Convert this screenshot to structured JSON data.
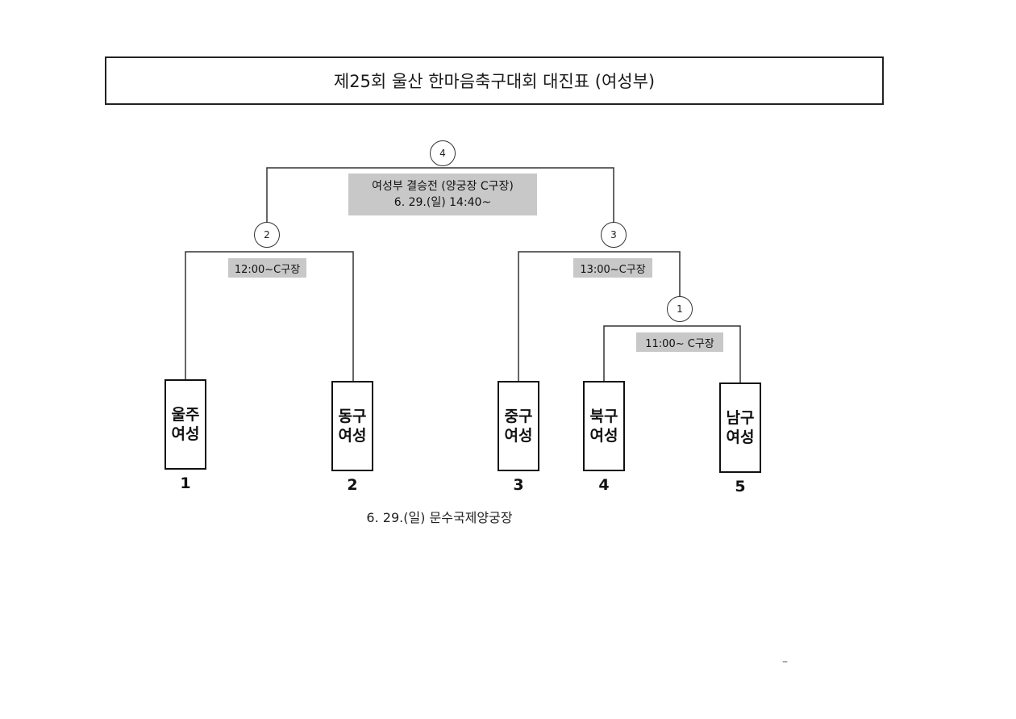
{
  "title": "제25회 울산 한마음축구대회 대진표 (여성부)",
  "final": {
    "match_number": "4",
    "line1": "여성부 결승전 (양궁장 C구장)",
    "line2": "6.  29.(일) 14:40~"
  },
  "matches": [
    {
      "match_number": "2",
      "time_label": "12:00~C구장"
    },
    {
      "match_number": "3",
      "time_label": "13:00~C구장"
    },
    {
      "match_number": "1",
      "time_label": "11:00~ C구장"
    }
  ],
  "teams": [
    {
      "line1": "울주",
      "line2": "여성",
      "seed": "1"
    },
    {
      "line1": "동구",
      "line2": "여성",
      "seed": "2"
    },
    {
      "line1": "중구",
      "line2": "여성",
      "seed": "3"
    },
    {
      "line1": "북구",
      "line2": "여성",
      "seed": "4"
    },
    {
      "line1": "남구",
      "line2": "여성",
      "seed": "5"
    }
  ],
  "footer": "6. 29.(일) 문수국제양궁장",
  "corner_mark": "–"
}
